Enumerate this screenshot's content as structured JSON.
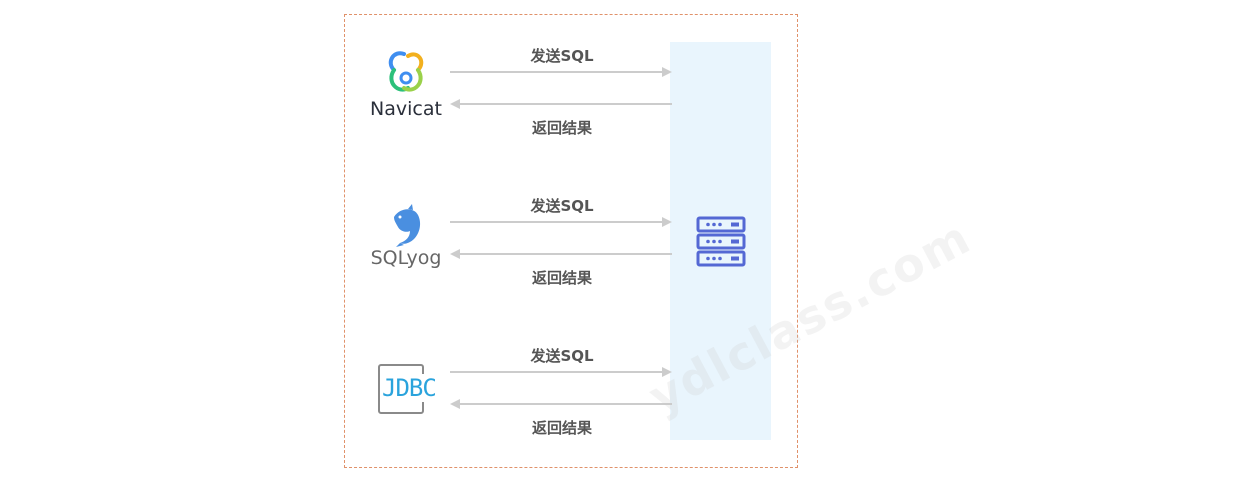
{
  "clients": [
    {
      "name": "Navicat",
      "send_label": "发送SQL",
      "return_label": "返回结果"
    },
    {
      "name": "SQLyog",
      "send_label": "发送SQL",
      "return_label": "返回结果"
    },
    {
      "name": "JDBC",
      "send_label": "发送SQL",
      "return_label": "返回结果"
    }
  ],
  "server": {
    "icon": "database-server-icon",
    "color": "#5468d4",
    "panel_color": "#e9f5fd"
  },
  "watermark": "ydlclass.com",
  "colors": {
    "frame": "#e0916a",
    "arrow": "#cccccc",
    "label": "#555555"
  }
}
